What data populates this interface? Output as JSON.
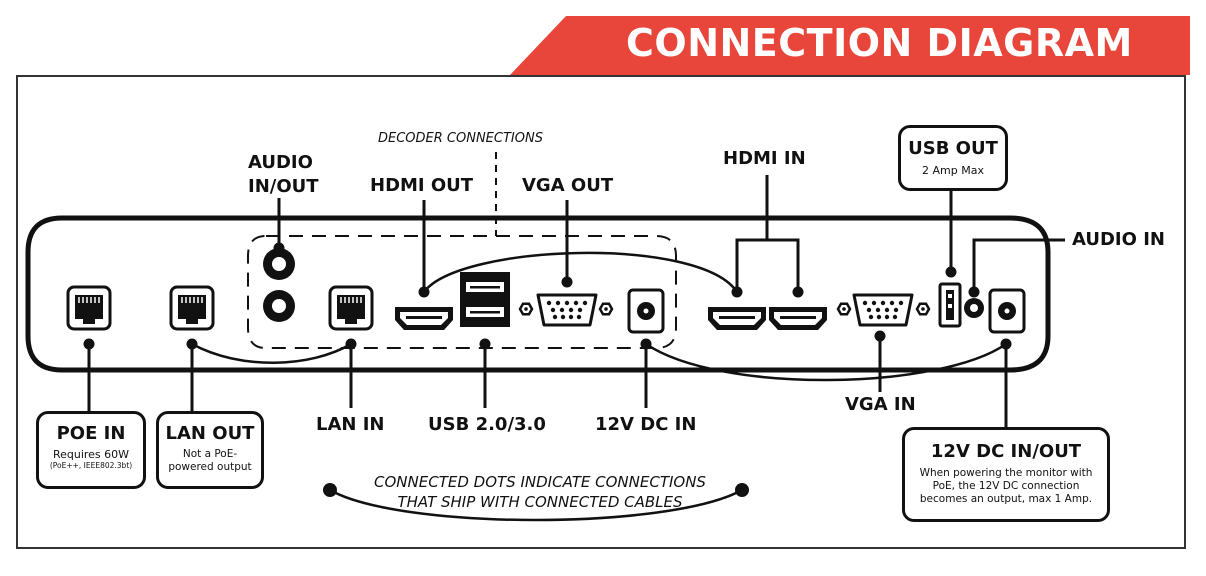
{
  "header": {
    "title": "CONNECTION DIAGRAM",
    "banner_color": "#e8463a"
  },
  "decoder": {
    "caption": "DECODER CONNECTIONS"
  },
  "ports_top": {
    "audio_inout": [
      "AUDIO",
      "IN/OUT"
    ],
    "hdmi_out": "HDMI OUT",
    "vga_out": "VGA OUT",
    "hdmi_in": "HDMI IN",
    "audio_in": "AUDIO IN"
  },
  "usb_out": {
    "title": "USB OUT",
    "sub": "2 Amp Max"
  },
  "ports_bottom": {
    "lan_in": "LAN IN",
    "usb": "USB 2.0/3.0",
    "dc_in": "12V DC IN",
    "vga_in": "VGA IN"
  },
  "poe_in": {
    "title": "POE IN",
    "sub": "Requires 60W",
    "sub2": "(PoE++, IEEE802.3bt)"
  },
  "lan_out": {
    "title": "LAN OUT",
    "sub": [
      "Not a PoE-",
      "powered output"
    ]
  },
  "dc_inout": {
    "title": "12V DC IN/OUT",
    "desc": [
      "When powering the monitor with",
      "PoE, the 12V DC connection",
      "becomes an output, max 1 Amp."
    ]
  },
  "legend": {
    "lines": [
      "CONNECTED DOTS INDICATE CONNECTIONS",
      "THAT SHIP WITH CONNECTED CABLES"
    ]
  }
}
